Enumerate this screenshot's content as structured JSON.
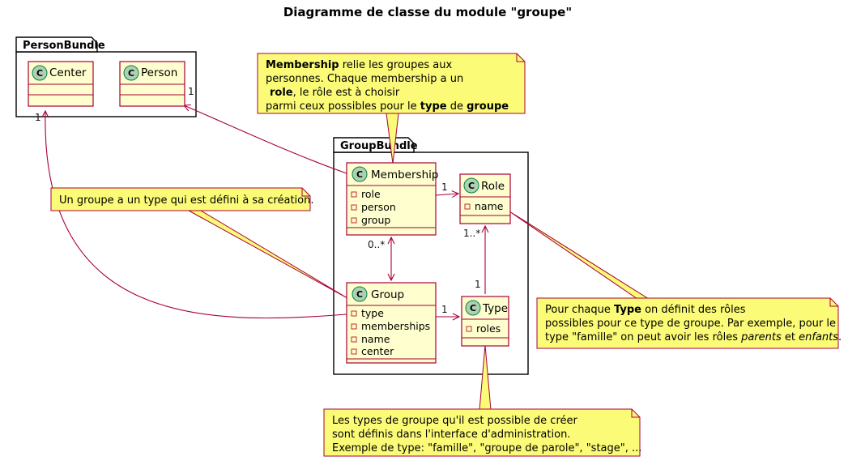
{
  "title": "Diagramme de classe du module \"groupe\"",
  "colors": {
    "class_fill": "#FEFECE",
    "class_border": "#A80036",
    "note_fill": "#FBFB77",
    "note_border": "#A80036",
    "relation": "#A80036",
    "stereotype_circle_fill": "#ADD1B2",
    "package_border": "#000000"
  },
  "packages": {
    "person_bundle": {
      "name": "PersonBundle"
    },
    "group_bundle": {
      "name": "GroupBundle"
    }
  },
  "classes": {
    "center": {
      "icon": "C",
      "name": "Center",
      "attributes": []
    },
    "person": {
      "icon": "C",
      "name": "Person",
      "attributes": []
    },
    "membership": {
      "icon": "C",
      "name": "Membership",
      "attributes": [
        "role",
        "person",
        "group"
      ]
    },
    "role": {
      "icon": "C",
      "name": "Role",
      "attributes": [
        "name"
      ]
    },
    "group": {
      "icon": "C",
      "name": "Group",
      "attributes": [
        "type",
        "memberships",
        "name",
        "center"
      ]
    },
    "type": {
      "icon": "C",
      "name": "Type",
      "attributes": [
        "roles"
      ]
    }
  },
  "relations": {
    "membership_person": {
      "target_multiplicity": "1"
    },
    "group_center": {
      "target_multiplicity": "1"
    },
    "membership_role": {
      "source_multiplicity": "1"
    },
    "group_membership": {
      "multiplicity": "0..*"
    },
    "group_type": {
      "source_multiplicity": "1"
    },
    "type_role": {
      "source_multiplicity": "1",
      "target_multiplicity": "1..*"
    }
  },
  "notes": {
    "membership": {
      "lines": [
        {
          "segments": [
            {
              "t": "Membership",
              "style": "bold"
            },
            {
              "t": " relie les groupes aux",
              "style": ""
            }
          ]
        },
        {
          "segments": [
            {
              "t": "personnes. Chaque membership a un",
              "style": ""
            }
          ]
        },
        {
          "segments": [
            {
              "t": "role",
              "style": "bold"
            },
            {
              "t": ", le rôle est à choisir",
              "style": ""
            }
          ]
        },
        {
          "segments": [
            {
              "t": "parmi ceux possibles pour le ",
              "style": ""
            },
            {
              "t": "type",
              "style": "bold"
            },
            {
              "t": " de ",
              "style": ""
            },
            {
              "t": "groupe",
              "style": "bold"
            }
          ]
        }
      ]
    },
    "group": {
      "lines": [
        {
          "segments": [
            {
              "t": "Un groupe a un type qui est défini à sa création.",
              "style": ""
            }
          ]
        }
      ]
    },
    "role": {
      "lines": [
        {
          "segments": [
            {
              "t": "Pour chaque ",
              "style": ""
            },
            {
              "t": "Type",
              "style": "bold"
            },
            {
              "t": " on définit des rôles",
              "style": ""
            }
          ]
        },
        {
          "segments": [
            {
              "t": "possibles pour ce type de groupe. Par exemple, pour le",
              "style": ""
            }
          ]
        },
        {
          "segments": [
            {
              "t": "type \"famille\" on peut avoir les rôles ",
              "style": ""
            },
            {
              "t": "parents",
              "style": "italic"
            },
            {
              "t": " et ",
              "style": ""
            },
            {
              "t": "enfants",
              "style": "italic"
            },
            {
              "t": ".",
              "style": ""
            }
          ]
        }
      ]
    },
    "type": {
      "lines": [
        {
          "segments": [
            {
              "t": "Les types de groupe qu'il est possible de créer",
              "style": ""
            }
          ]
        },
        {
          "segments": [
            {
              "t": "sont définis dans l'interface d'administration.",
              "style": ""
            }
          ]
        },
        {
          "segments": [
            {
              "t": "Exemple de type: \"famille\", \"groupe de parole\", \"stage\", ...",
              "style": ""
            }
          ]
        }
      ]
    }
  }
}
